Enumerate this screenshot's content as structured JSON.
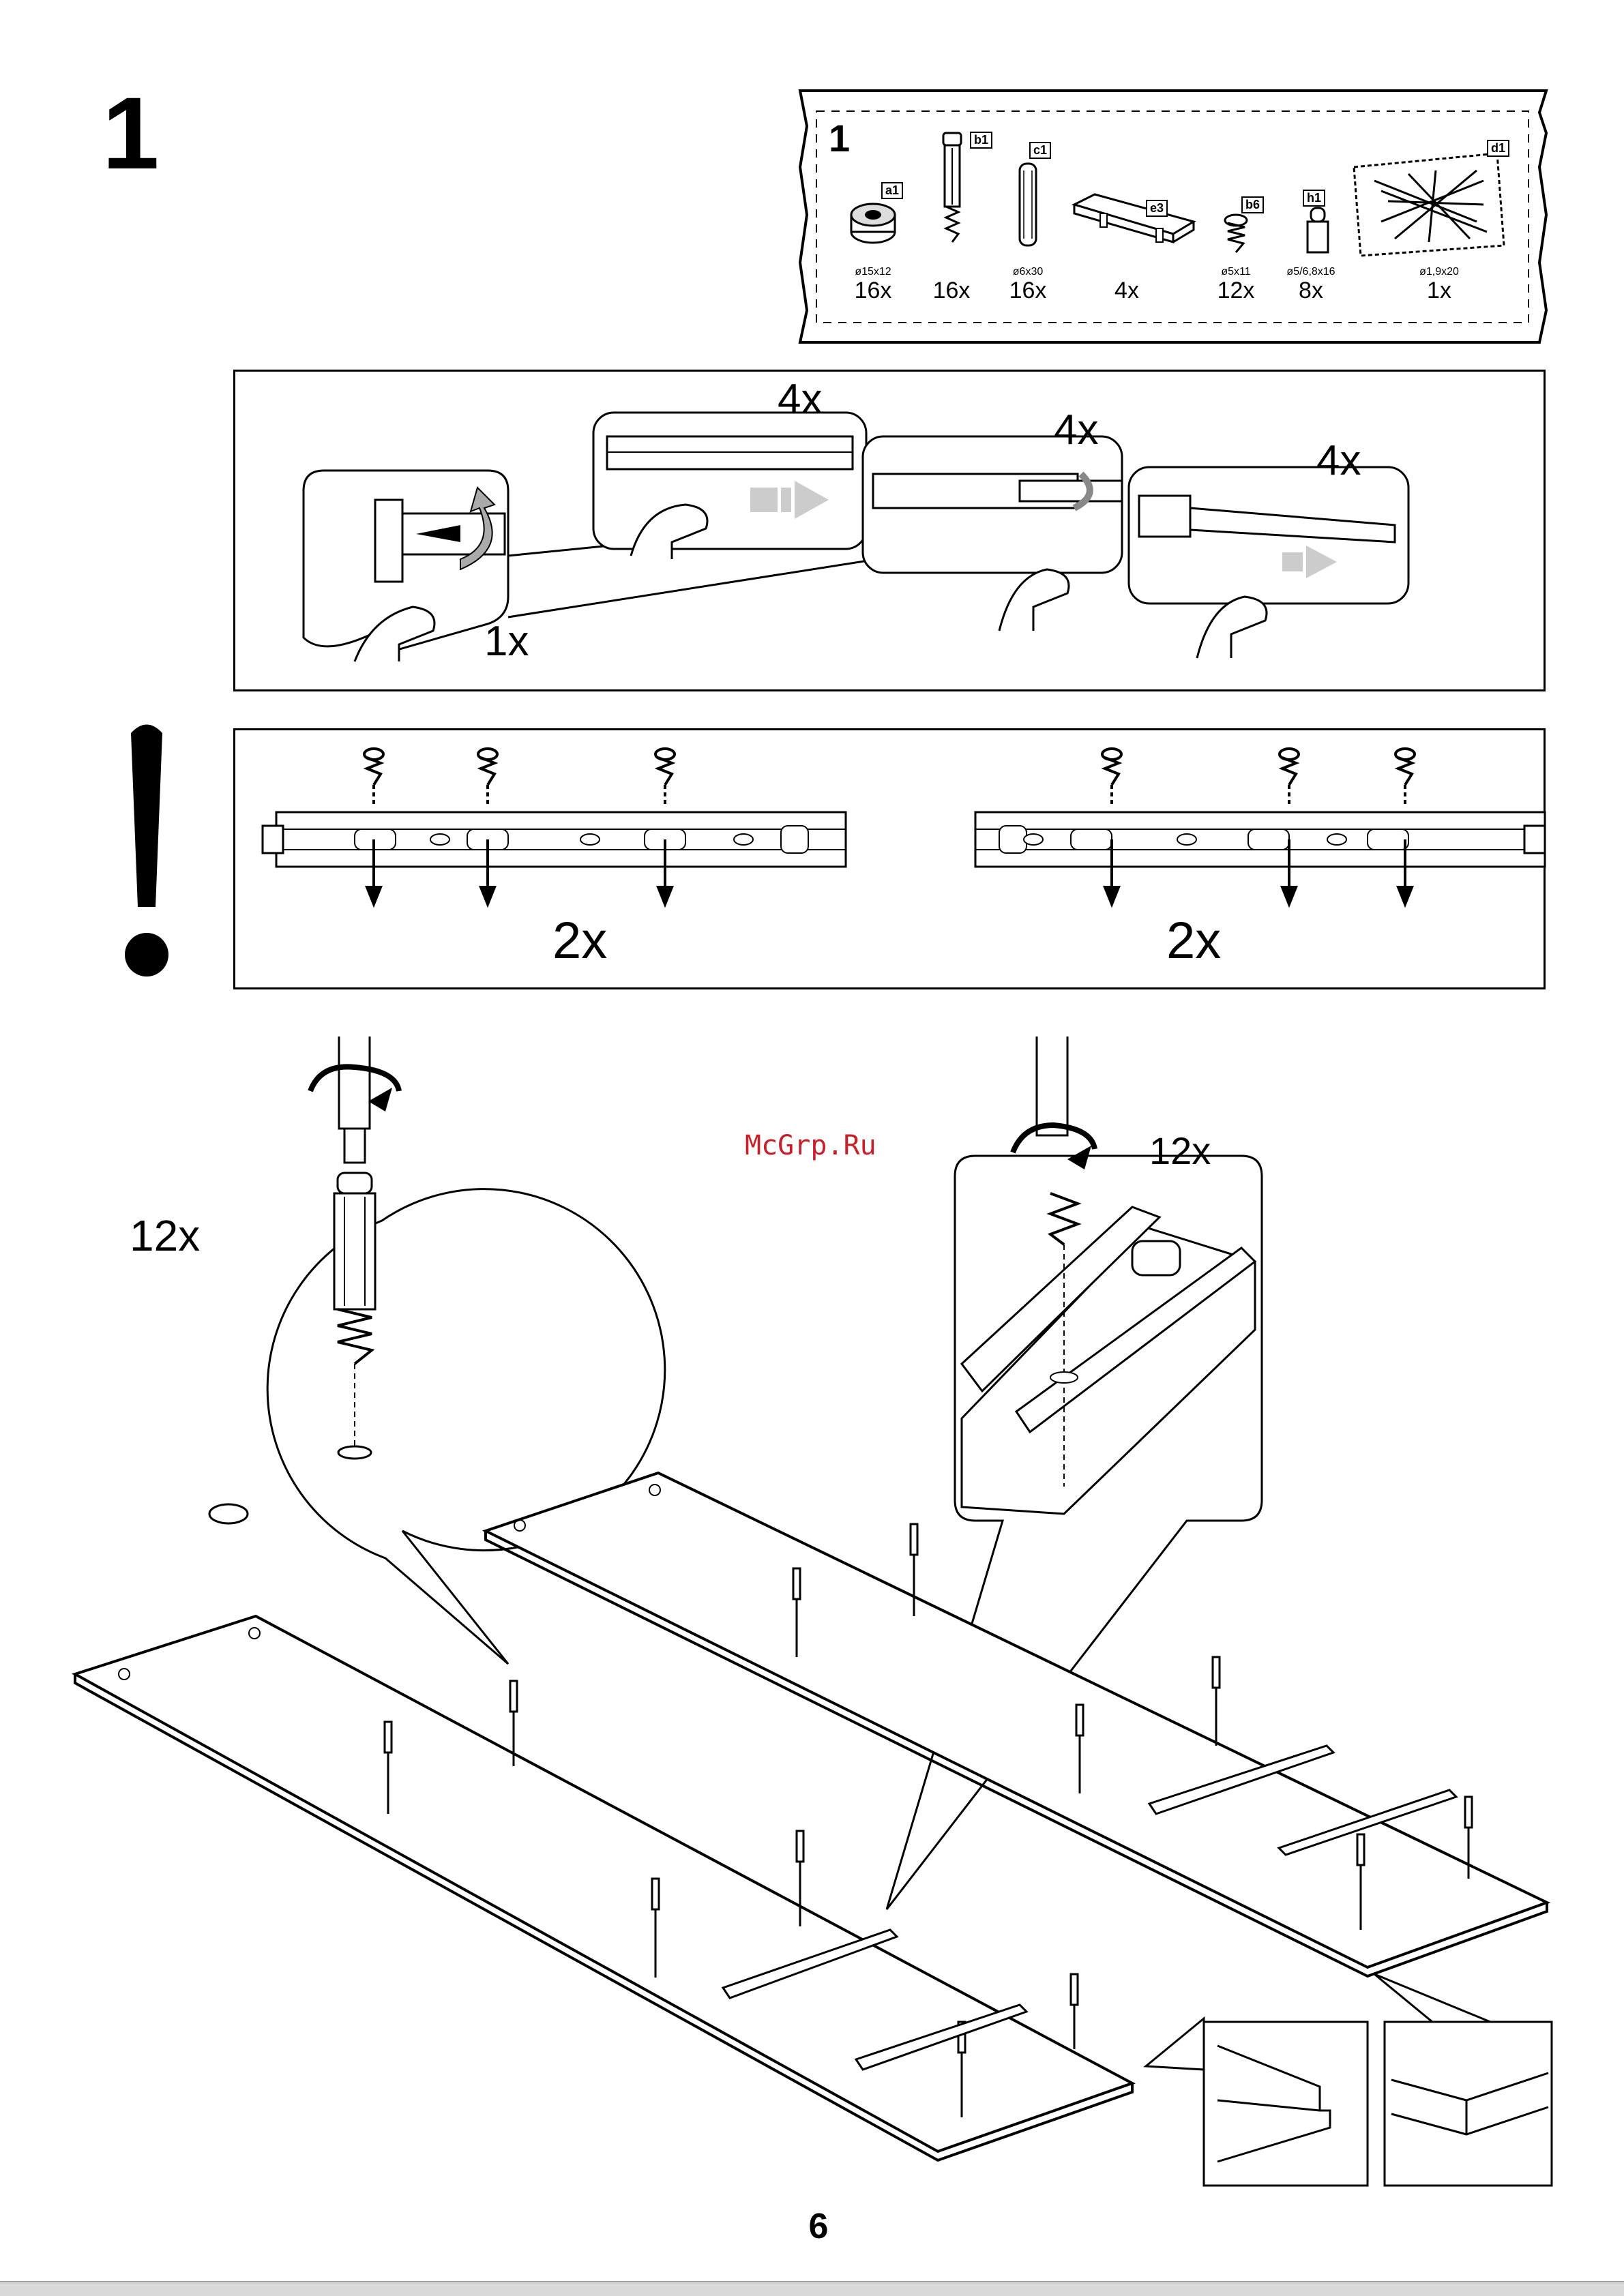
{
  "step": "1",
  "page_number": "6",
  "watermark": "McGrp.Ru",
  "parts_box": {
    "step": "1",
    "parts": [
      {
        "tag": "a1",
        "dimension": "ø15x12",
        "quantity": "16x"
      },
      {
        "tag": "b1",
        "dimension": "",
        "quantity": "16x"
      },
      {
        "tag": "c1",
        "dimension": "ø6x30",
        "quantity": "16x"
      },
      {
        "tag": "e3",
        "dimension": "",
        "quantity": "4x"
      },
      {
        "tag": "b6",
        "dimension": "ø5x11",
        "quantity": "12x"
      },
      {
        "tag": "h1",
        "dimension": "ø5/6,8x16",
        "quantity": "8x"
      },
      {
        "tag": "d1",
        "dimension": "ø1,9x20",
        "quantity": "1x"
      }
    ]
  },
  "slide_panel": {
    "counts": [
      "1x",
      "4x",
      "4x",
      "4x"
    ]
  },
  "screw_panel": {
    "left_count": "2x",
    "right_count": "2x"
  },
  "assembly": {
    "cam_callout_count": "12x",
    "screw_callout_count": "12x"
  }
}
